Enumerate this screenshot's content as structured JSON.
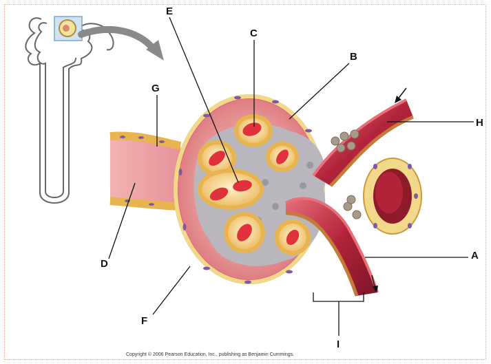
{
  "labels": {
    "a": "A",
    "b": "B",
    "c": "C",
    "d": "D",
    "e": "E",
    "f": "F",
    "g": "G",
    "h": "H",
    "i": "I"
  },
  "copyright": "Copyright © 2006 Pearson Education, Inc., publishing as Benjamin Cummings.",
  "colors": {
    "capsule_outer": "#c94a5a",
    "capsule_epithelium": "#f2d98a",
    "capillary_red": "#e0323c",
    "vessel_dark": "#8e1b2a",
    "glomerulus_tissue": "#b9b7bd",
    "tubule_pink": "#e88f98"
  }
}
